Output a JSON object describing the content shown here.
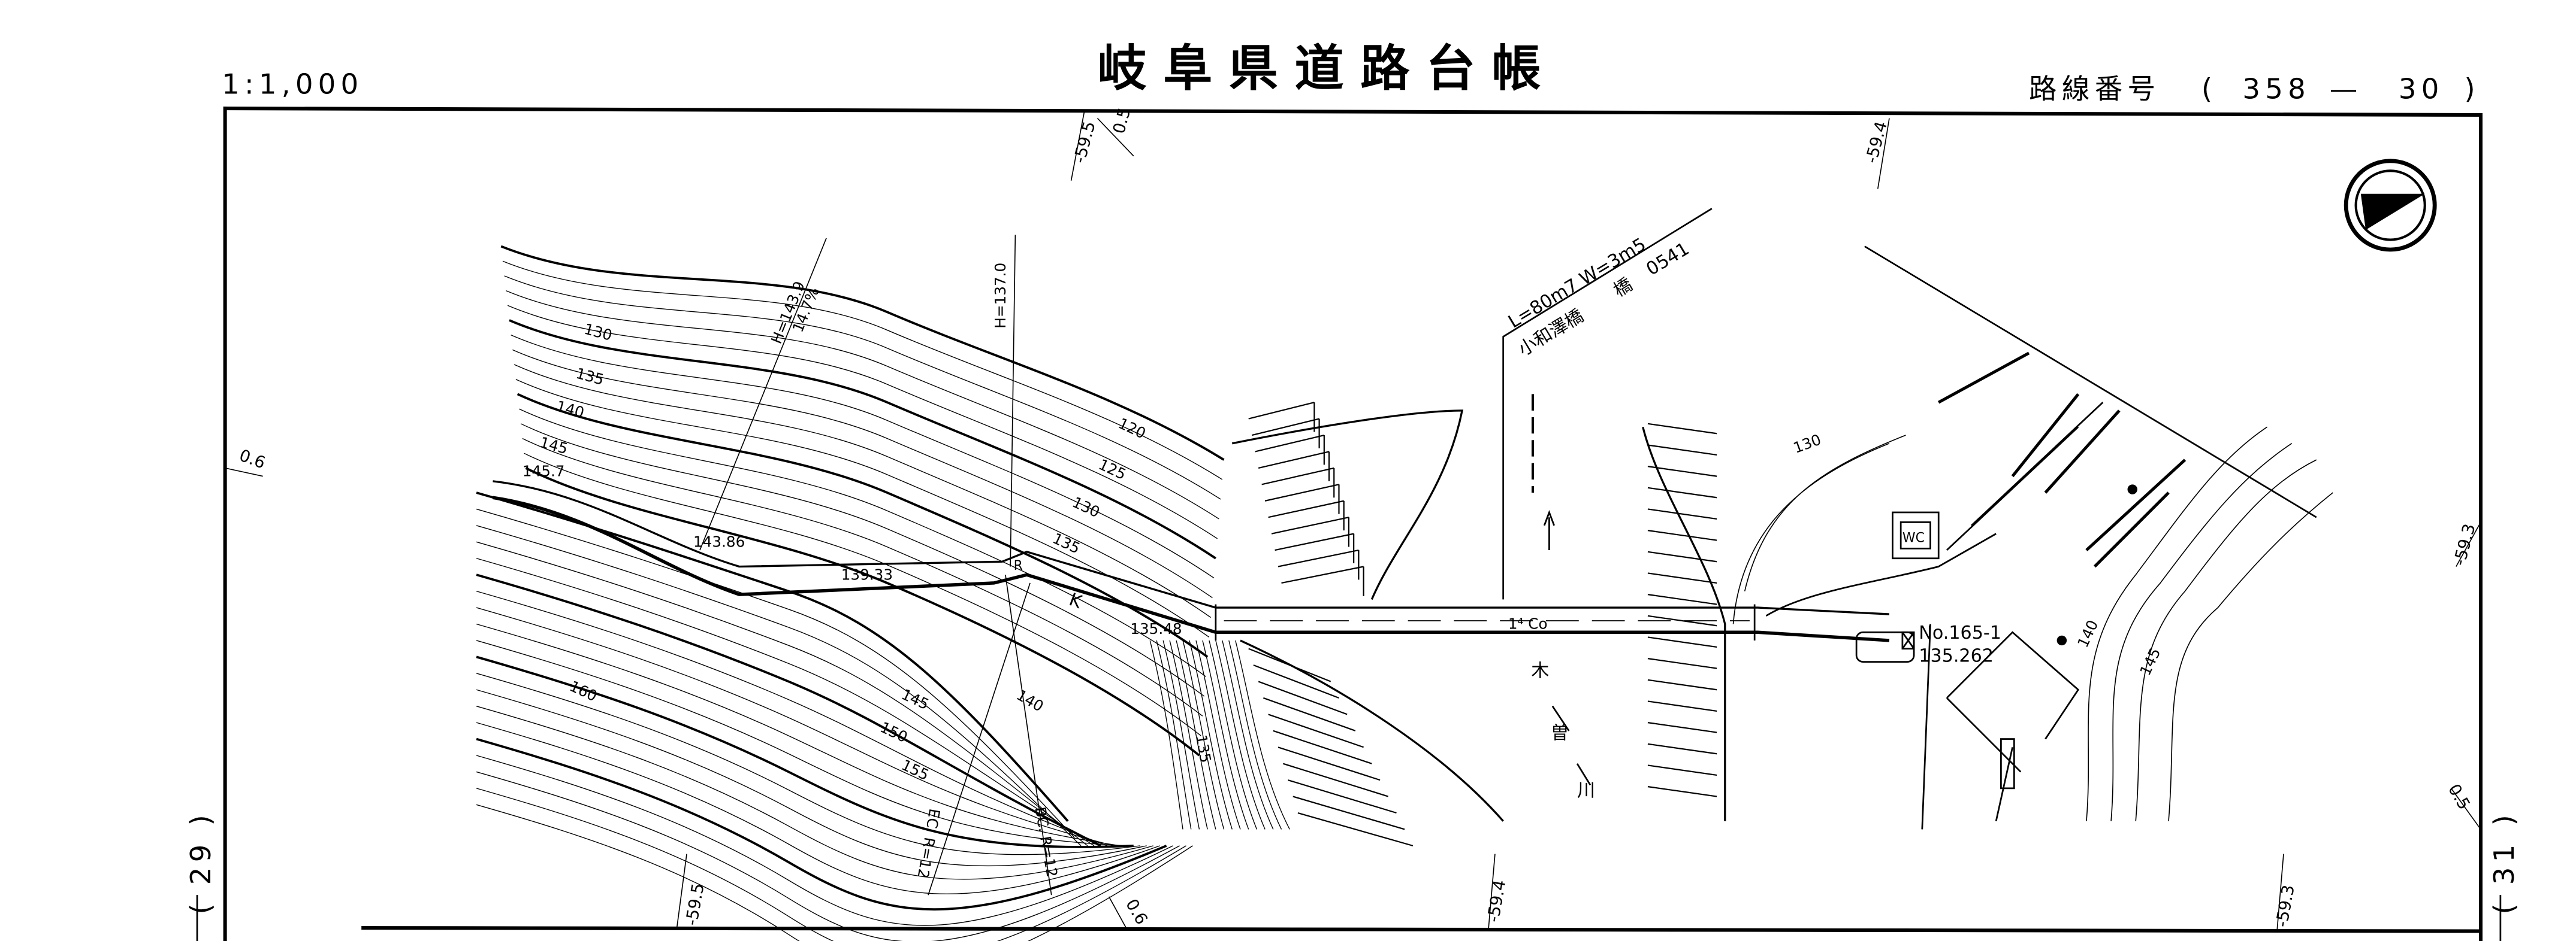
{
  "header": {
    "scale": "1:1,000",
    "title": "岐阜県道路台帳",
    "route_label": "路線番号",
    "route_open": "(",
    "route_major": "358",
    "route_dash": "—",
    "route_minor": "30",
    "route_close": ")"
  },
  "page_refs": {
    "left": "( 29 )",
    "right": "( 31 )"
  },
  "grid_labels": {
    "top_1": "-59.5",
    "top_2": "0.5",
    "top_3": "-59.4",
    "left_1": "0.6",
    "right_1": "-59.3",
    "right_2": "0.5",
    "bottom_1": "-59.5",
    "bottom_2": "0.6",
    "bottom_3": "-59.4",
    "bottom_4": "-59.3"
  },
  "bridge": {
    "dimensions": "L=80m7   W=3m5",
    "name": "小和澤橋",
    "type": "橋",
    "code": "0541"
  },
  "curves": {
    "h1": "H=143.9",
    "grade": "14.7%",
    "h2": "H=137.0",
    "bc": "BC. R=12",
    "ec": "EC. R=12"
  },
  "elevations": {
    "e1": "145.7",
    "e2": "143.86",
    "e3": "139.33",
    "e4": "135.48",
    "e5": "135.262"
  },
  "contours": {
    "c130a": "130",
    "c135a": "135",
    "c140a": "140",
    "c145a": "145",
    "c120": "120",
    "c125": "125",
    "c130b": "130",
    "c135b": "135",
    "c145b": "145",
    "c150": "150",
    "c155": "155",
    "c160": "160",
    "c140b": "140",
    "c135c": "135",
    "c130c": "130",
    "c140c": "140",
    "c145c": "145"
  },
  "features": {
    "benchmark": "No.165-1",
    "wc": "WC",
    "river_1": "木",
    "river_2": "曽",
    "river_3": "川",
    "road_surface": "1⁴ Co",
    "k_mark": "K",
    "r_mark": "R"
  }
}
